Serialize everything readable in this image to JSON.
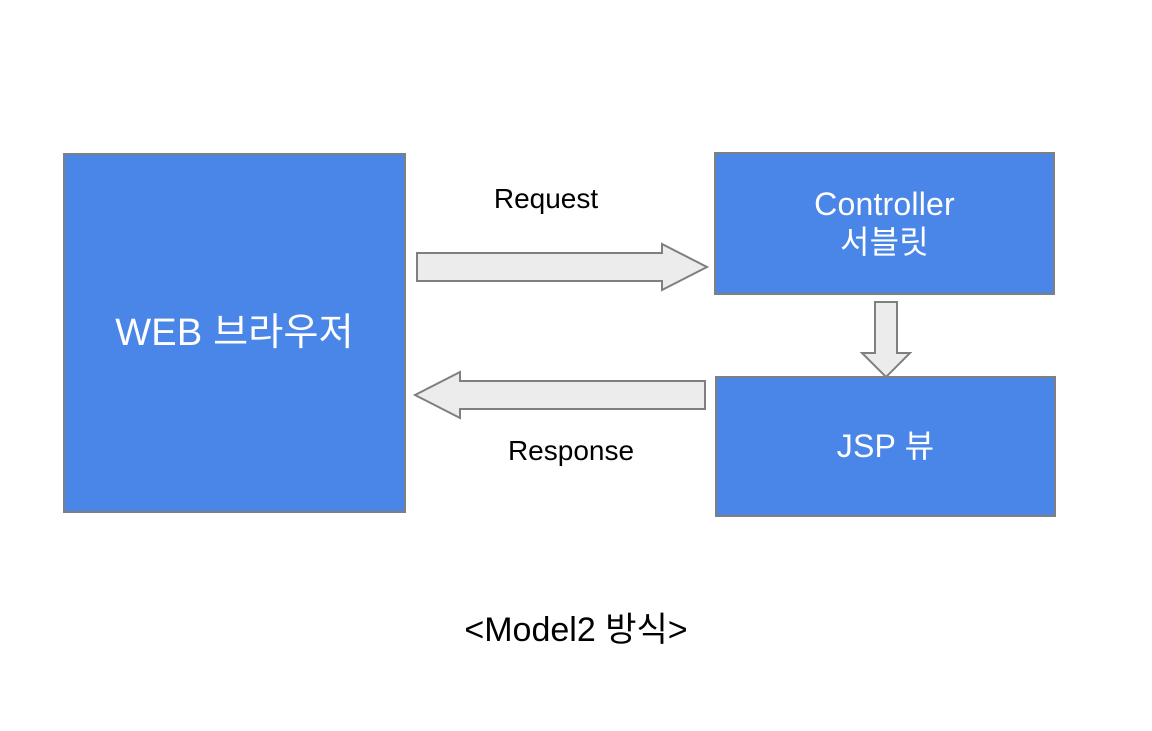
{
  "diagram": {
    "caption": "<Model2 방식>",
    "background_color": "#ffffff",
    "node_fill_color": "#4a86e8",
    "node_border_color": "#7f7f7f",
    "node_text_color": "#ffffff",
    "arrow_fill_color": "#ececec",
    "arrow_border_color": "#7f7f7f",
    "label_text_color": "#000000",
    "nodes": [
      {
        "id": "browser",
        "label": "WEB 브라우저",
        "shape": "rectangle"
      },
      {
        "id": "controller",
        "label": "Controller\n서블릿",
        "shape": "rectangle"
      },
      {
        "id": "jsp",
        "label": "JSP 뷰",
        "shape": "rectangle"
      }
    ],
    "edges": [
      {
        "id": "request",
        "label": "Request",
        "from": "browser",
        "to": "controller",
        "direction": "right",
        "style": "block-arrow"
      },
      {
        "id": "forward",
        "label": "",
        "from": "controller",
        "to": "jsp",
        "direction": "down",
        "style": "block-arrow"
      },
      {
        "id": "response",
        "label": "Response",
        "from": "jsp",
        "to": "browser",
        "direction": "left",
        "style": "block-arrow"
      }
    ]
  }
}
